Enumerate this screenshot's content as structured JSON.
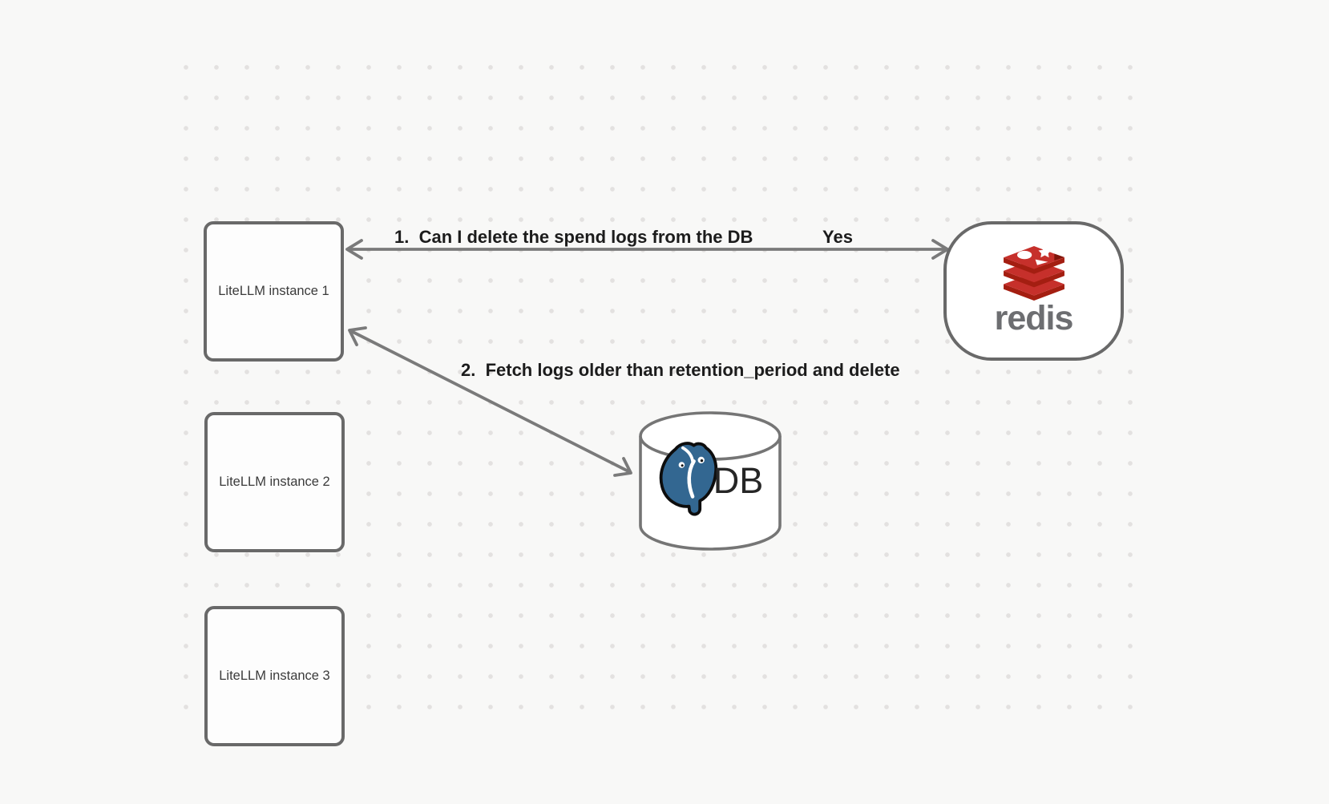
{
  "nodes": {
    "instance1": "LiteLLM instance 1",
    "instance2": "LiteLLM instance 2",
    "instance3": "LiteLLM instance 3",
    "redis_wordmark": "redis",
    "db_label": "DB"
  },
  "edges": {
    "edge1_label": "1.  Can I delete the spend logs from the DB",
    "edge1_response": "Yes",
    "edge2_label": "2.  Fetch logs older than retention_period and delete"
  },
  "icons": {
    "redis": "redis-stack-icon",
    "postgres": "postgresql-elephant-icon"
  },
  "colors": {
    "background": "#f8f8f7",
    "grid_dot": "#e3e1e0",
    "shape_stroke": "#696969",
    "arrow_stroke": "#7a7a7a",
    "label_text": "#1c1c1c",
    "node_text": "#3b3b3b",
    "redis_red": "#c6302b",
    "redis_dark_red": "#a41e11",
    "redis_gray": "#6d6e71",
    "postgres_blue": "#336791",
    "db_text": "#262626"
  }
}
